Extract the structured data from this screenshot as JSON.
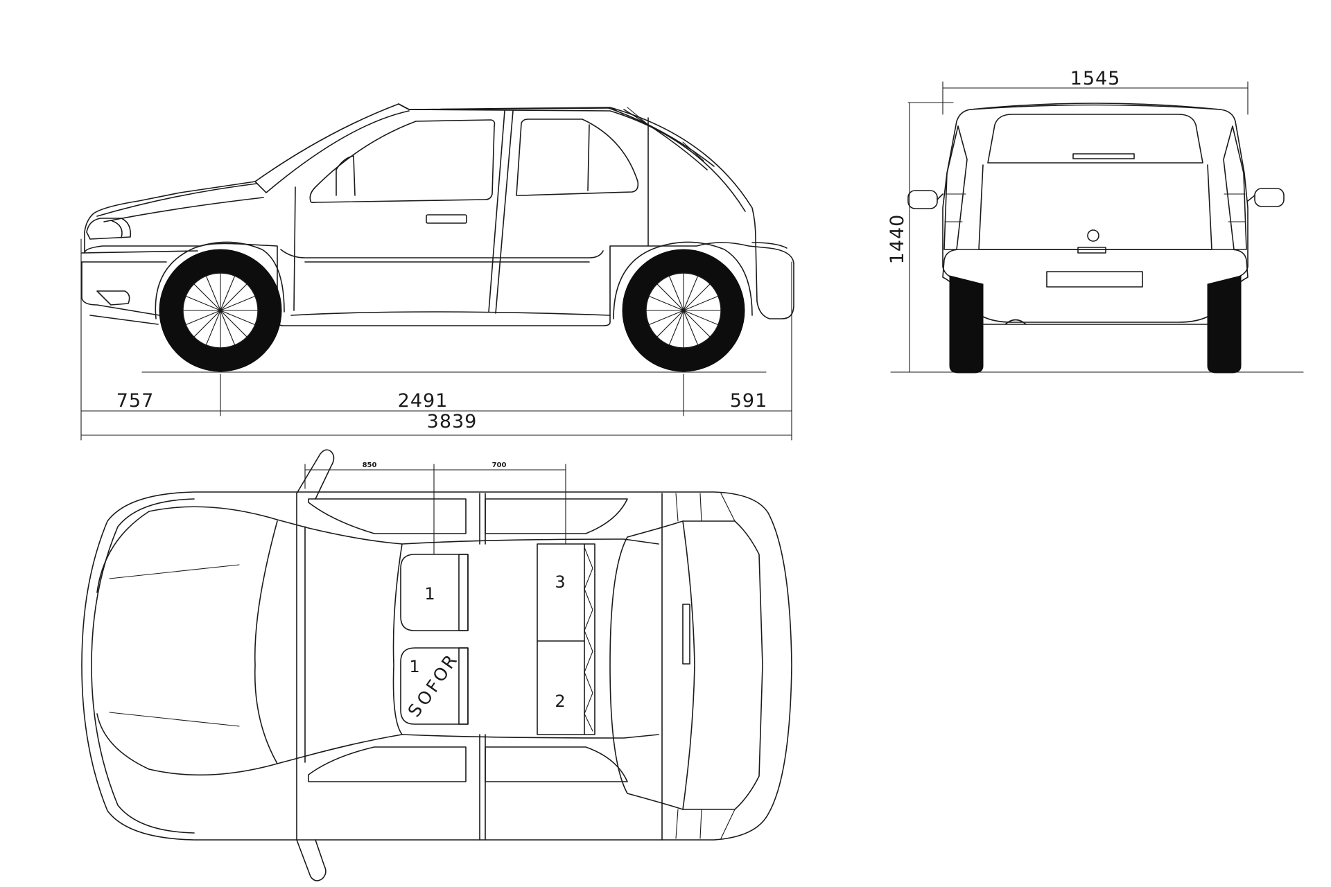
{
  "dimensions": {
    "front_overhang": "757",
    "wheelbase": "2491",
    "rear_overhang": "591",
    "total_length": "3839",
    "width": "1545",
    "height": "1440",
    "front_seat_spacing": "850",
    "rear_seat_spacing": "700"
  },
  "seats": {
    "front_passenger": "1",
    "driver": "1",
    "rear_left": "3",
    "rear_right": "2",
    "driver_label": [
      "S",
      "O",
      "F",
      "O",
      "R"
    ]
  },
  "colors": {
    "line": "#1a1a1a",
    "tire": "#0d0d0d",
    "background": "#ffffff"
  }
}
